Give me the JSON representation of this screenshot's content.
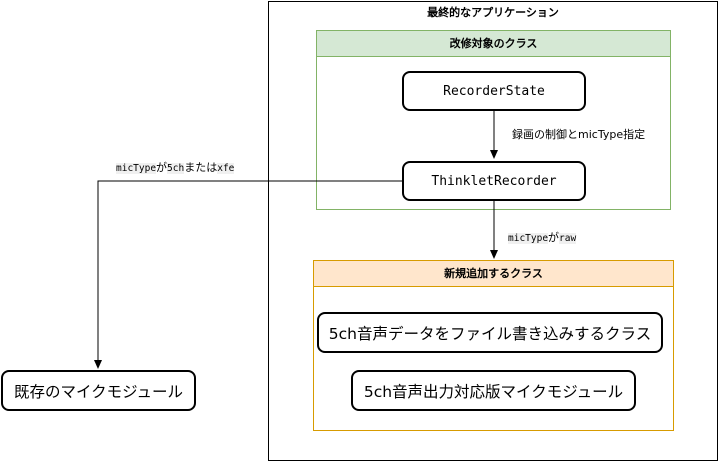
{
  "app": {
    "title": "最終的なアプリケーション"
  },
  "target_group": {
    "title": "改修対象のクラス",
    "nodes": {
      "recorder_state": "RecorderState",
      "thinklet_recorder": "ThinkletRecorder"
    },
    "edge_label": "録画の制御とmicType指定"
  },
  "new_group": {
    "title": "新規追加するクラス",
    "nodes": {
      "writer": "5ch音声データをファイル書き込みするクラス",
      "mic_module": "5ch音声出力対応版マイクモジュール"
    }
  },
  "existing_module": "既存のマイクモジュール",
  "edge_left": {
    "code1": "micType",
    "text1": "が",
    "code2": "5ch",
    "text2": "または",
    "code3": "xfe"
  },
  "edge_down": {
    "code1": "micType",
    "text1": "が",
    "code2": "raw"
  },
  "colors": {
    "green_fill": "#d5e8d4",
    "green_stroke": "#82b366",
    "orange_fill": "#ffe6cc",
    "orange_stroke": "#d79b00"
  }
}
